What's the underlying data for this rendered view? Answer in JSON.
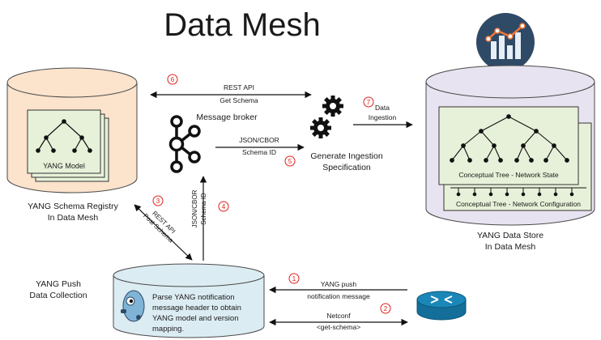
{
  "title": "Data Mesh",
  "colors": {
    "registry_fill": "#fbe3cc",
    "store_fill": "#e8e3f0",
    "collection_fill": "#dcecf3",
    "tree_panel_fill": "#e7f1d9",
    "step_number": "#e0201b",
    "router": "#1a87b8"
  },
  "nodes": {
    "registry_label": [
      "YANG Schema Registry",
      "In Data Mesh"
    ],
    "yang_model_label": "YANG Model",
    "store_label": [
      "YANG Data Store",
      "In Data Mesh"
    ],
    "tree_state_label": "Conceptual Tree - Network State",
    "tree_config_label": "Conceptual Tree - Network Configuration",
    "broker_label": "Message broker",
    "ingestion_spec_label": [
      "Generate Ingestion",
      "Specification"
    ],
    "push_collection_label": [
      "YANG Push",
      "Data Collection"
    ],
    "parse_text": [
      "Parse YANG notification",
      "message header to obtain",
      "YANG model and version",
      "mapping."
    ]
  },
  "edges": [
    {
      "step": "6",
      "label": [
        "REST API",
        "Get Schema"
      ]
    },
    {
      "step": "7",
      "label": [
        "Data",
        "Ingestion"
      ]
    },
    {
      "step": "5",
      "label": [
        "JSON/CBOR",
        "Schema ID"
      ]
    },
    {
      "step": "3",
      "label": [
        "REST API",
        "Post Schema"
      ]
    },
    {
      "step": "4",
      "label": [
        "JSON/CBOR",
        "Schema ID"
      ]
    },
    {
      "step": "1",
      "label": [
        "YANG push",
        "notification message"
      ]
    },
    {
      "step": "2",
      "label": [
        "Netconf",
        "<get-schema>"
      ]
    }
  ],
  "icons": {
    "analytics": "bar-chart-analytics-icon",
    "broker": "kafka-icon",
    "gears": "gears-icon",
    "router": "router-icon",
    "collector": "robot-mascot-icon"
  }
}
